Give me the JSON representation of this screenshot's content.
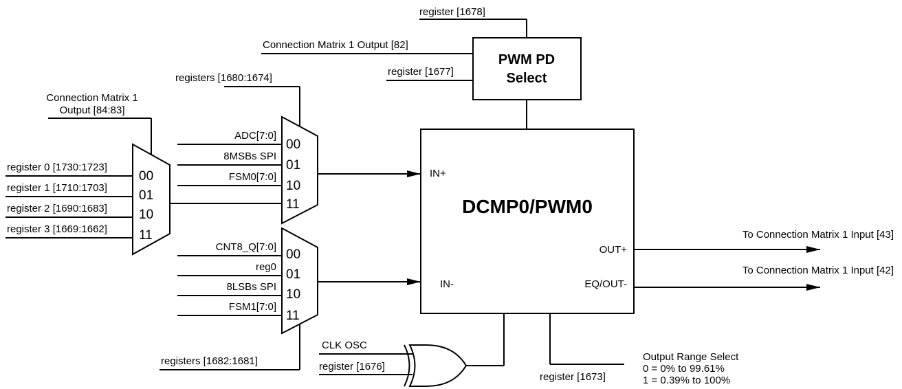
{
  "pwm_pd_select": {
    "title_line1": "PWM PD",
    "title_line2": "Select",
    "reg_top": "register [1678]",
    "cm_input": "Connection Matrix 1 Output [82]",
    "reg_left": "register [1677]"
  },
  "main_block": {
    "title": "DCMP0/PWM0",
    "in_plus": "IN+",
    "in_minus": "IN-",
    "out_plus": "OUT+",
    "eq_out_minus": "EQ/OUT-"
  },
  "mux_left": {
    "select_line1": "Connection Matrix 1",
    "select_line2": "Output [84:83]",
    "inputs": [
      "register 0 [1730:1723]",
      "register 1 [1710:1703]",
      "register 2 [1690:1683]",
      "register 3 [1669:1662]"
    ],
    "codes": [
      "00",
      "01",
      "10",
      "11"
    ]
  },
  "mux_top": {
    "select": "registers [1680:1674]",
    "inputs": [
      "ADC[7:0]",
      "8MSBs SPI",
      "FSM0[7:0]"
    ],
    "codes": [
      "00",
      "01",
      "10",
      "11"
    ]
  },
  "mux_bottom": {
    "select": "registers [1682:1681]",
    "inputs": [
      "CNT8_Q[7:0]",
      "reg0",
      "8LSBs SPI",
      "FSM1[7:0]"
    ],
    "codes": [
      "00",
      "01",
      "10",
      "11"
    ]
  },
  "xor_gate": {
    "inputs": [
      "CLK OSC",
      "register [1676]"
    ]
  },
  "outputs": {
    "out1": "To Connection Matrix 1 Input [43]",
    "out2": "To Connection Matrix 1 Input [42]"
  },
  "range_select": {
    "register": "register [1673]",
    "line1": "Output Range Select",
    "line2": "0 = 0% to 99.61%",
    "line3": "1 = 0.39% to 100%"
  }
}
